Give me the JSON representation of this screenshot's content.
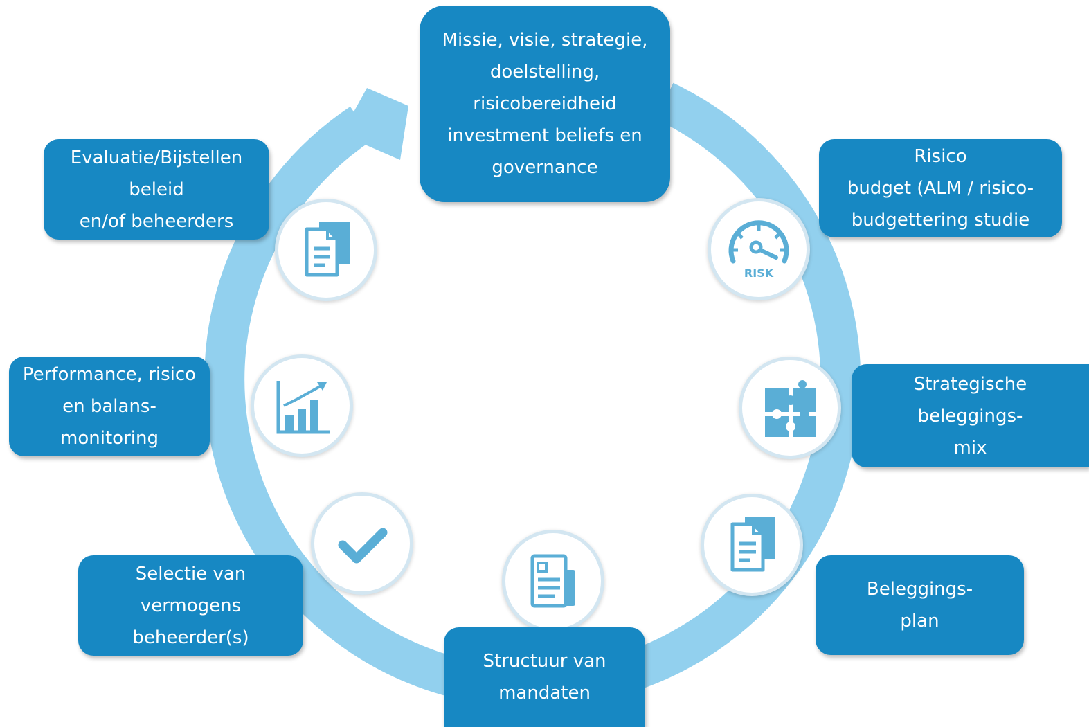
{
  "colors": {
    "box_fill": "#1788c3",
    "box_text": "#ffffff",
    "ring": "#92d0ee",
    "icon": "#5aaed6",
    "icon_border": "#d3e6f1"
  },
  "steps": {
    "missie": {
      "lines": [
        "Missie, visie, strategie,",
        "doelstelling,",
        "risicobereidheid",
        "investment beliefs en",
        "governance"
      ]
    },
    "risico": {
      "lines": [
        "Risico",
        "budget (ALM / risico-",
        "budgettering studie"
      ],
      "icon": "risk-gauge-icon",
      "icon_text": "RISK"
    },
    "strategische": {
      "lines": [
        "Strategische",
        "beleggings-",
        "mix"
      ],
      "icon": "puzzle-icon"
    },
    "beleggingsplan": {
      "lines": [
        "Beleggings-",
        "plan"
      ],
      "icon": "documents-icon"
    },
    "structuur": {
      "lines": [
        "Structuur van",
        "mandaten"
      ],
      "icon": "newspaper-icon"
    },
    "selectie": {
      "lines": [
        "Selectie van",
        "vermogens",
        "beheerder(s)"
      ],
      "icon": "checkmark-icon"
    },
    "performance": {
      "lines": [
        "Performance, risico",
        "en balans-",
        "monitoring"
      ],
      "icon": "bar-chart-icon"
    },
    "evaluatie": {
      "lines": [
        "Evaluatie/Bijstellen",
        "beleid",
        "en/of beheerders"
      ],
      "icon": "documents-icon"
    }
  }
}
